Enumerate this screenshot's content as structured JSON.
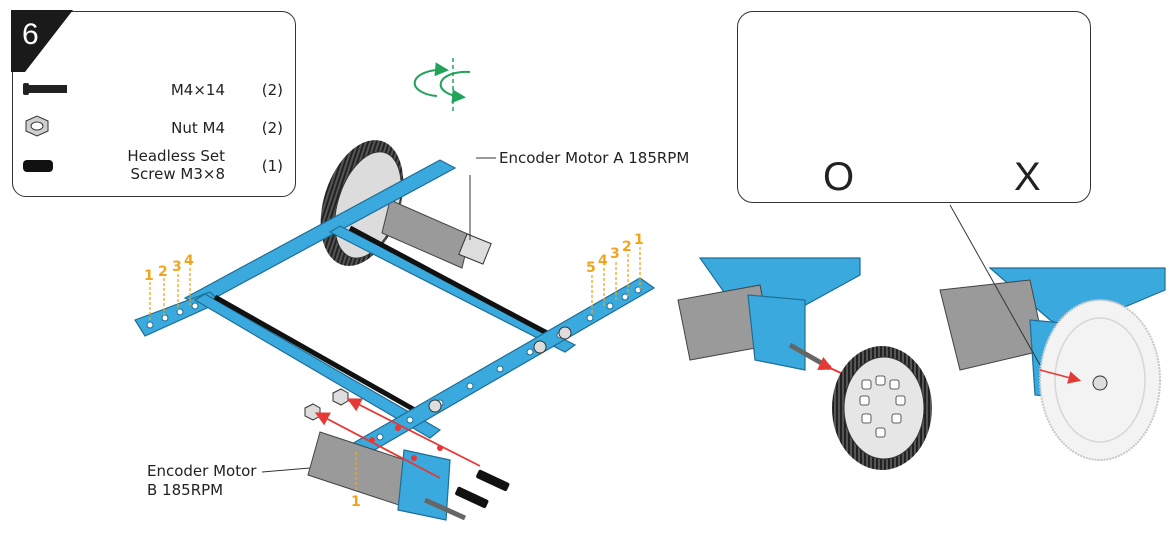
{
  "step": {
    "number": "6"
  },
  "parts": [
    {
      "name": "M4×14",
      "qty": "(2)",
      "icon": "screw-m4x14-icon"
    },
    {
      "name": "Nut M4",
      "qty": "(2)",
      "icon": "nut-m4-icon"
    },
    {
      "name_line1": "Headless Set",
      "name_line2": "Screw M3×8",
      "qty": "(1)",
      "icon": "set-screw-icon"
    }
  ],
  "labels": {
    "motor_a": "Encoder Motor A 185RPM",
    "motor_b_line1": "Encoder Motor",
    "motor_b_line2": "B 185RPM"
  },
  "hole_numbers": {
    "left_end": [
      "1",
      "2",
      "3",
      "4"
    ],
    "right_end": [
      "5",
      "4",
      "3",
      "2",
      "1"
    ],
    "bottom": "1"
  },
  "comparison": {
    "correct": "O",
    "wrong": "X"
  },
  "colors": {
    "beam_blue": "#3aa9de",
    "number_orange": "#f2a51c",
    "arrow_red": "#e53935",
    "rotate_green": "#22a35a",
    "motor_gray": "#9a9a9a"
  }
}
